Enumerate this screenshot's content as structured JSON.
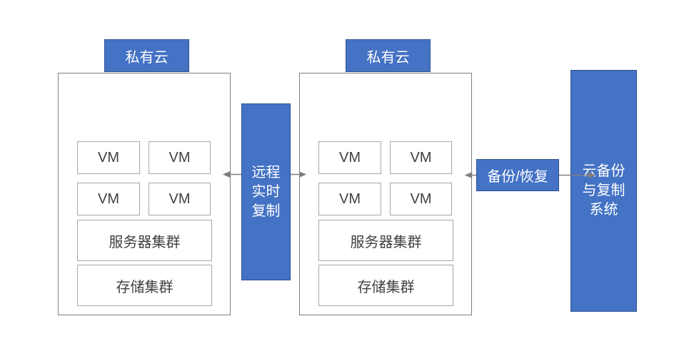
{
  "colors": {
    "blue_fill": "#4472C4",
    "blue_border": "#2F528F",
    "outer_box_border": "#7F7F7F",
    "inner_box_border": "#A6A6A6",
    "dark_text": "#404040",
    "white_text": "#FFFFFF",
    "arrow": "#7F7F7F"
  },
  "clouds": [
    {
      "title": "私有云",
      "vms": [
        "VM",
        "VM",
        "VM",
        "VM"
      ],
      "server_cluster": "服务器集群",
      "storage_cluster": "存储集群"
    },
    {
      "title": "私有云",
      "vms": [
        "VM",
        "VM",
        "VM",
        "VM"
      ],
      "server_cluster": "服务器集群",
      "storage_cluster": "存储集群"
    }
  ],
  "replication": {
    "lines": [
      "远程",
      "实时",
      "复制"
    ]
  },
  "backup_link": {
    "label": "备份/恢复"
  },
  "backup_system": {
    "lines": [
      "云备份",
      "与复制",
      "系统"
    ]
  }
}
